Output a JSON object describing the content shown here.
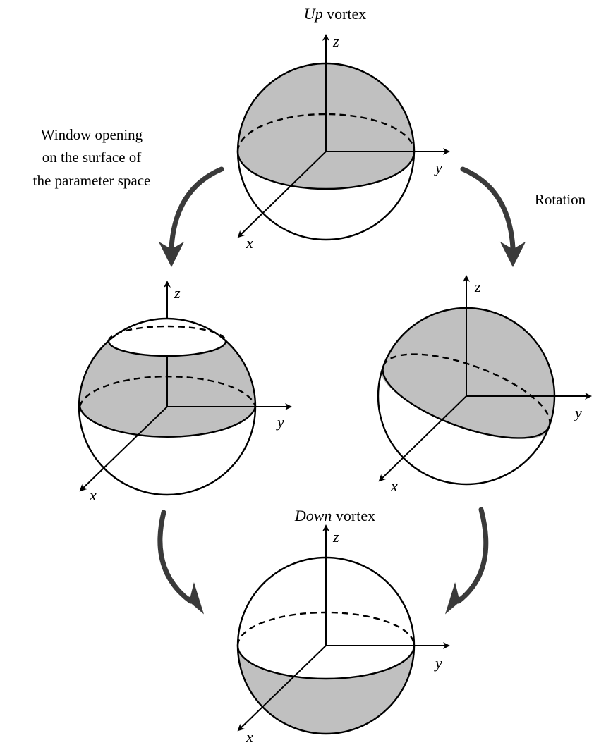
{
  "labels": {
    "up_prefix": "Up",
    "up_suffix": " vortex",
    "down_prefix": "Down",
    "down_suffix": " vortex",
    "window_line1": "Window opening",
    "window_line2": "on the surface of",
    "window_line3": "the parameter space",
    "rotation": "Rotation"
  },
  "axes": {
    "x": "x",
    "y": "y",
    "z": "z"
  },
  "colors": {
    "shade": "#c0c0c0",
    "arrow": "#3a3a3a",
    "line": "#000000"
  }
}
